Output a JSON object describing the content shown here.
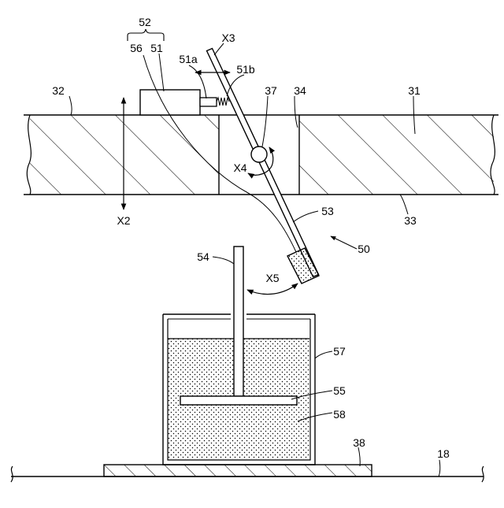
{
  "labels": {
    "l52": "52",
    "l56": "56",
    "l51": "51",
    "l51a": "51a",
    "l51b": "51b",
    "lX3": "X3",
    "l32": "32",
    "l37": "37",
    "l34": "34",
    "l31": "31",
    "lX4": "X4",
    "lX2": "X2",
    "l33": "33",
    "l53": "53",
    "l50": "50",
    "l54": "54",
    "lX5": "X5",
    "l57": "57",
    "l55": "55",
    "l58": "58",
    "l38": "38",
    "l18": "18"
  }
}
